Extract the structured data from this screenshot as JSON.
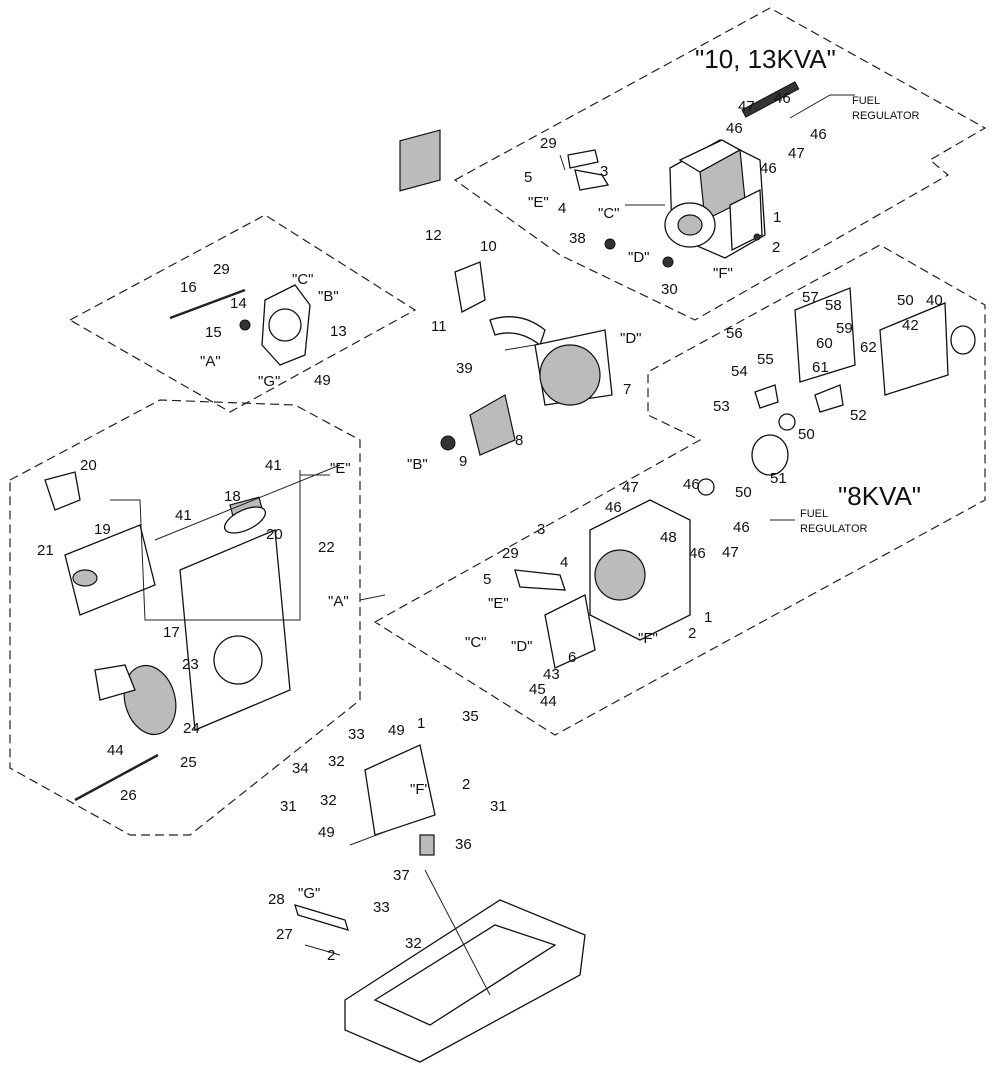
{
  "group_titles": {
    "kva_10_13": "\"10, 13KVA\"",
    "kva_8": "\"8KVA\""
  },
  "fuel_regulator_label": {
    "line1": "FUEL",
    "line2": "REGULATOR"
  },
  "callouts": {
    "c1": "1",
    "c2": "2",
    "c3": "3",
    "c4": "4",
    "c5": "5",
    "c6": "6",
    "c7": "7",
    "c8": "8",
    "c9": "9",
    "c10": "10",
    "c11": "11",
    "c12": "12",
    "c13": "13",
    "c14": "14",
    "c15": "15",
    "c16": "16",
    "c17": "17",
    "c18": "18",
    "c19": "19",
    "c20": "20",
    "c21": "21",
    "c22": "22",
    "c23": "23",
    "c24": "24",
    "c25": "25",
    "c26": "26",
    "c27": "27",
    "c28": "28",
    "c29": "29",
    "c30": "30",
    "c31": "31",
    "c32": "32",
    "c33": "33",
    "c34": "34",
    "c35": "35",
    "c36": "36",
    "c37": "37",
    "c38": "38",
    "c39": "39",
    "c40": "40",
    "c41": "41",
    "c42": "42",
    "c43": "43",
    "c44": "44",
    "c45": "45",
    "c46": "46",
    "c47": "47",
    "c48": "48",
    "c49": "49",
    "c50": "50",
    "c51": "51",
    "c52": "52",
    "c53": "53",
    "c54": "54",
    "c55": "55",
    "c56": "56",
    "c57": "57",
    "c58": "58",
    "c59": "59",
    "c60": "60",
    "c61": "61",
    "c62": "62"
  },
  "refs": {
    "A": "\"A\"",
    "B": "\"B\"",
    "C": "\"C\"",
    "D": "\"D\"",
    "E": "\"E\"",
    "F": "\"F\"",
    "G": "\"G\""
  }
}
